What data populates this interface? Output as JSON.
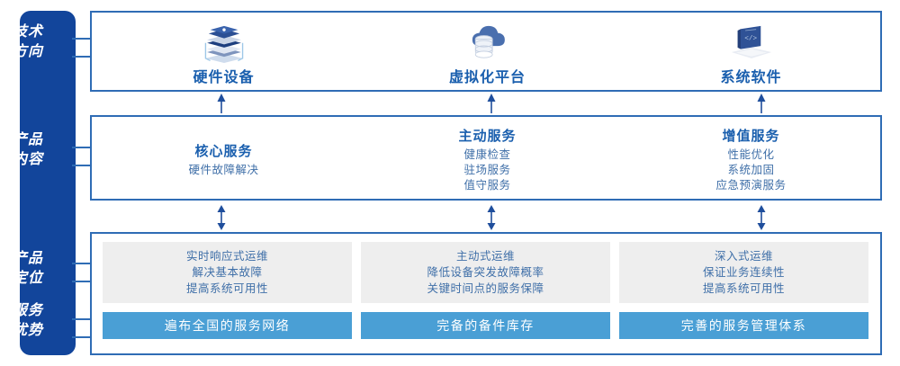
{
  "sidebar": {
    "items": [
      {
        "line1": "技术",
        "line2": "方向"
      },
      {
        "line1": "产品",
        "line2": "内容"
      },
      {
        "line1": "产品",
        "line2": "定位"
      },
      {
        "line1": "服务",
        "line2": "优势"
      }
    ]
  },
  "tech_direction": {
    "columns": [
      {
        "icon": "server-stack-icon",
        "title": "硬件设备"
      },
      {
        "icon": "cloud-database-icon",
        "title": "虚拟化平台"
      },
      {
        "icon": "laptop-code-icon",
        "title": "系统软件"
      }
    ]
  },
  "product_content": {
    "columns": [
      {
        "title": "核心服务",
        "lines": [
          "硬件故障解决"
        ]
      },
      {
        "title": "主动服务",
        "lines": [
          "健康检查",
          "驻场服务",
          "值守服务"
        ]
      },
      {
        "title": "增值服务",
        "lines": [
          "性能优化",
          "系统加固",
          "应急预演服务"
        ]
      }
    ]
  },
  "product_position": {
    "boxes": [
      {
        "lines": [
          "实时响应式运维",
          "解决基本故障",
          "提高系统可用性"
        ]
      },
      {
        "lines": [
          "主动式运维",
          "降低设备突发故障概率",
          "关键时间点的服务保障"
        ]
      },
      {
        "lines": [
          "深入式运维",
          "保证业务连续性",
          "提高系统可用性"
        ]
      }
    ]
  },
  "service_advantage": {
    "bars": [
      {
        "label": "遍布全国的服务网络"
      },
      {
        "label": "完备的备件库存"
      },
      {
        "label": "完善的服务管理体系"
      }
    ]
  },
  "colors": {
    "sidebar_bg": "#12459b",
    "panel_border": "#2f6cb5",
    "heading": "#1a5fae",
    "body_text": "#3f6fa8",
    "grey_box": "#eeeeee",
    "advantage_bar": "#4a9fd5",
    "arrow": "#1f4e9c"
  }
}
